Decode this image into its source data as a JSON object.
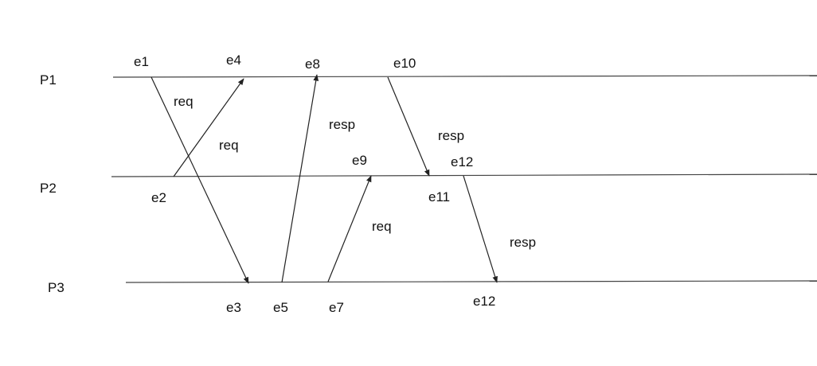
{
  "colors": {
    "line": "#222222",
    "text": "#111111",
    "background": "#ffffff"
  },
  "processes": [
    {
      "id": "P1",
      "label": "P1"
    },
    {
      "id": "P2",
      "label": "P2"
    },
    {
      "id": "P3",
      "label": "P3"
    }
  ],
  "events": {
    "e1": "e1",
    "e2": "e2",
    "e3": "e3",
    "e4": "e4",
    "e5": "e5",
    "e7": "e7",
    "e8": "e8",
    "e9": "e9",
    "e10": "e10",
    "e11": "e11",
    "e12_p2": "e12",
    "e12_p3": "e12"
  },
  "messages": [
    {
      "id": "m1",
      "from": "e1",
      "to": "e3",
      "label": "req"
    },
    {
      "id": "m2",
      "from": "e2",
      "to": "e4",
      "label": "req"
    },
    {
      "id": "m3",
      "from": "e5",
      "to": "e8",
      "label": "resp"
    },
    {
      "id": "m4",
      "from": "e10",
      "to": "e11",
      "label": "resp"
    },
    {
      "id": "m5",
      "from": "e7",
      "to": "e9",
      "label": "req"
    },
    {
      "id": "m6",
      "from": "e12_p2",
      "to": "e12_p3",
      "label": "resp"
    }
  ]
}
